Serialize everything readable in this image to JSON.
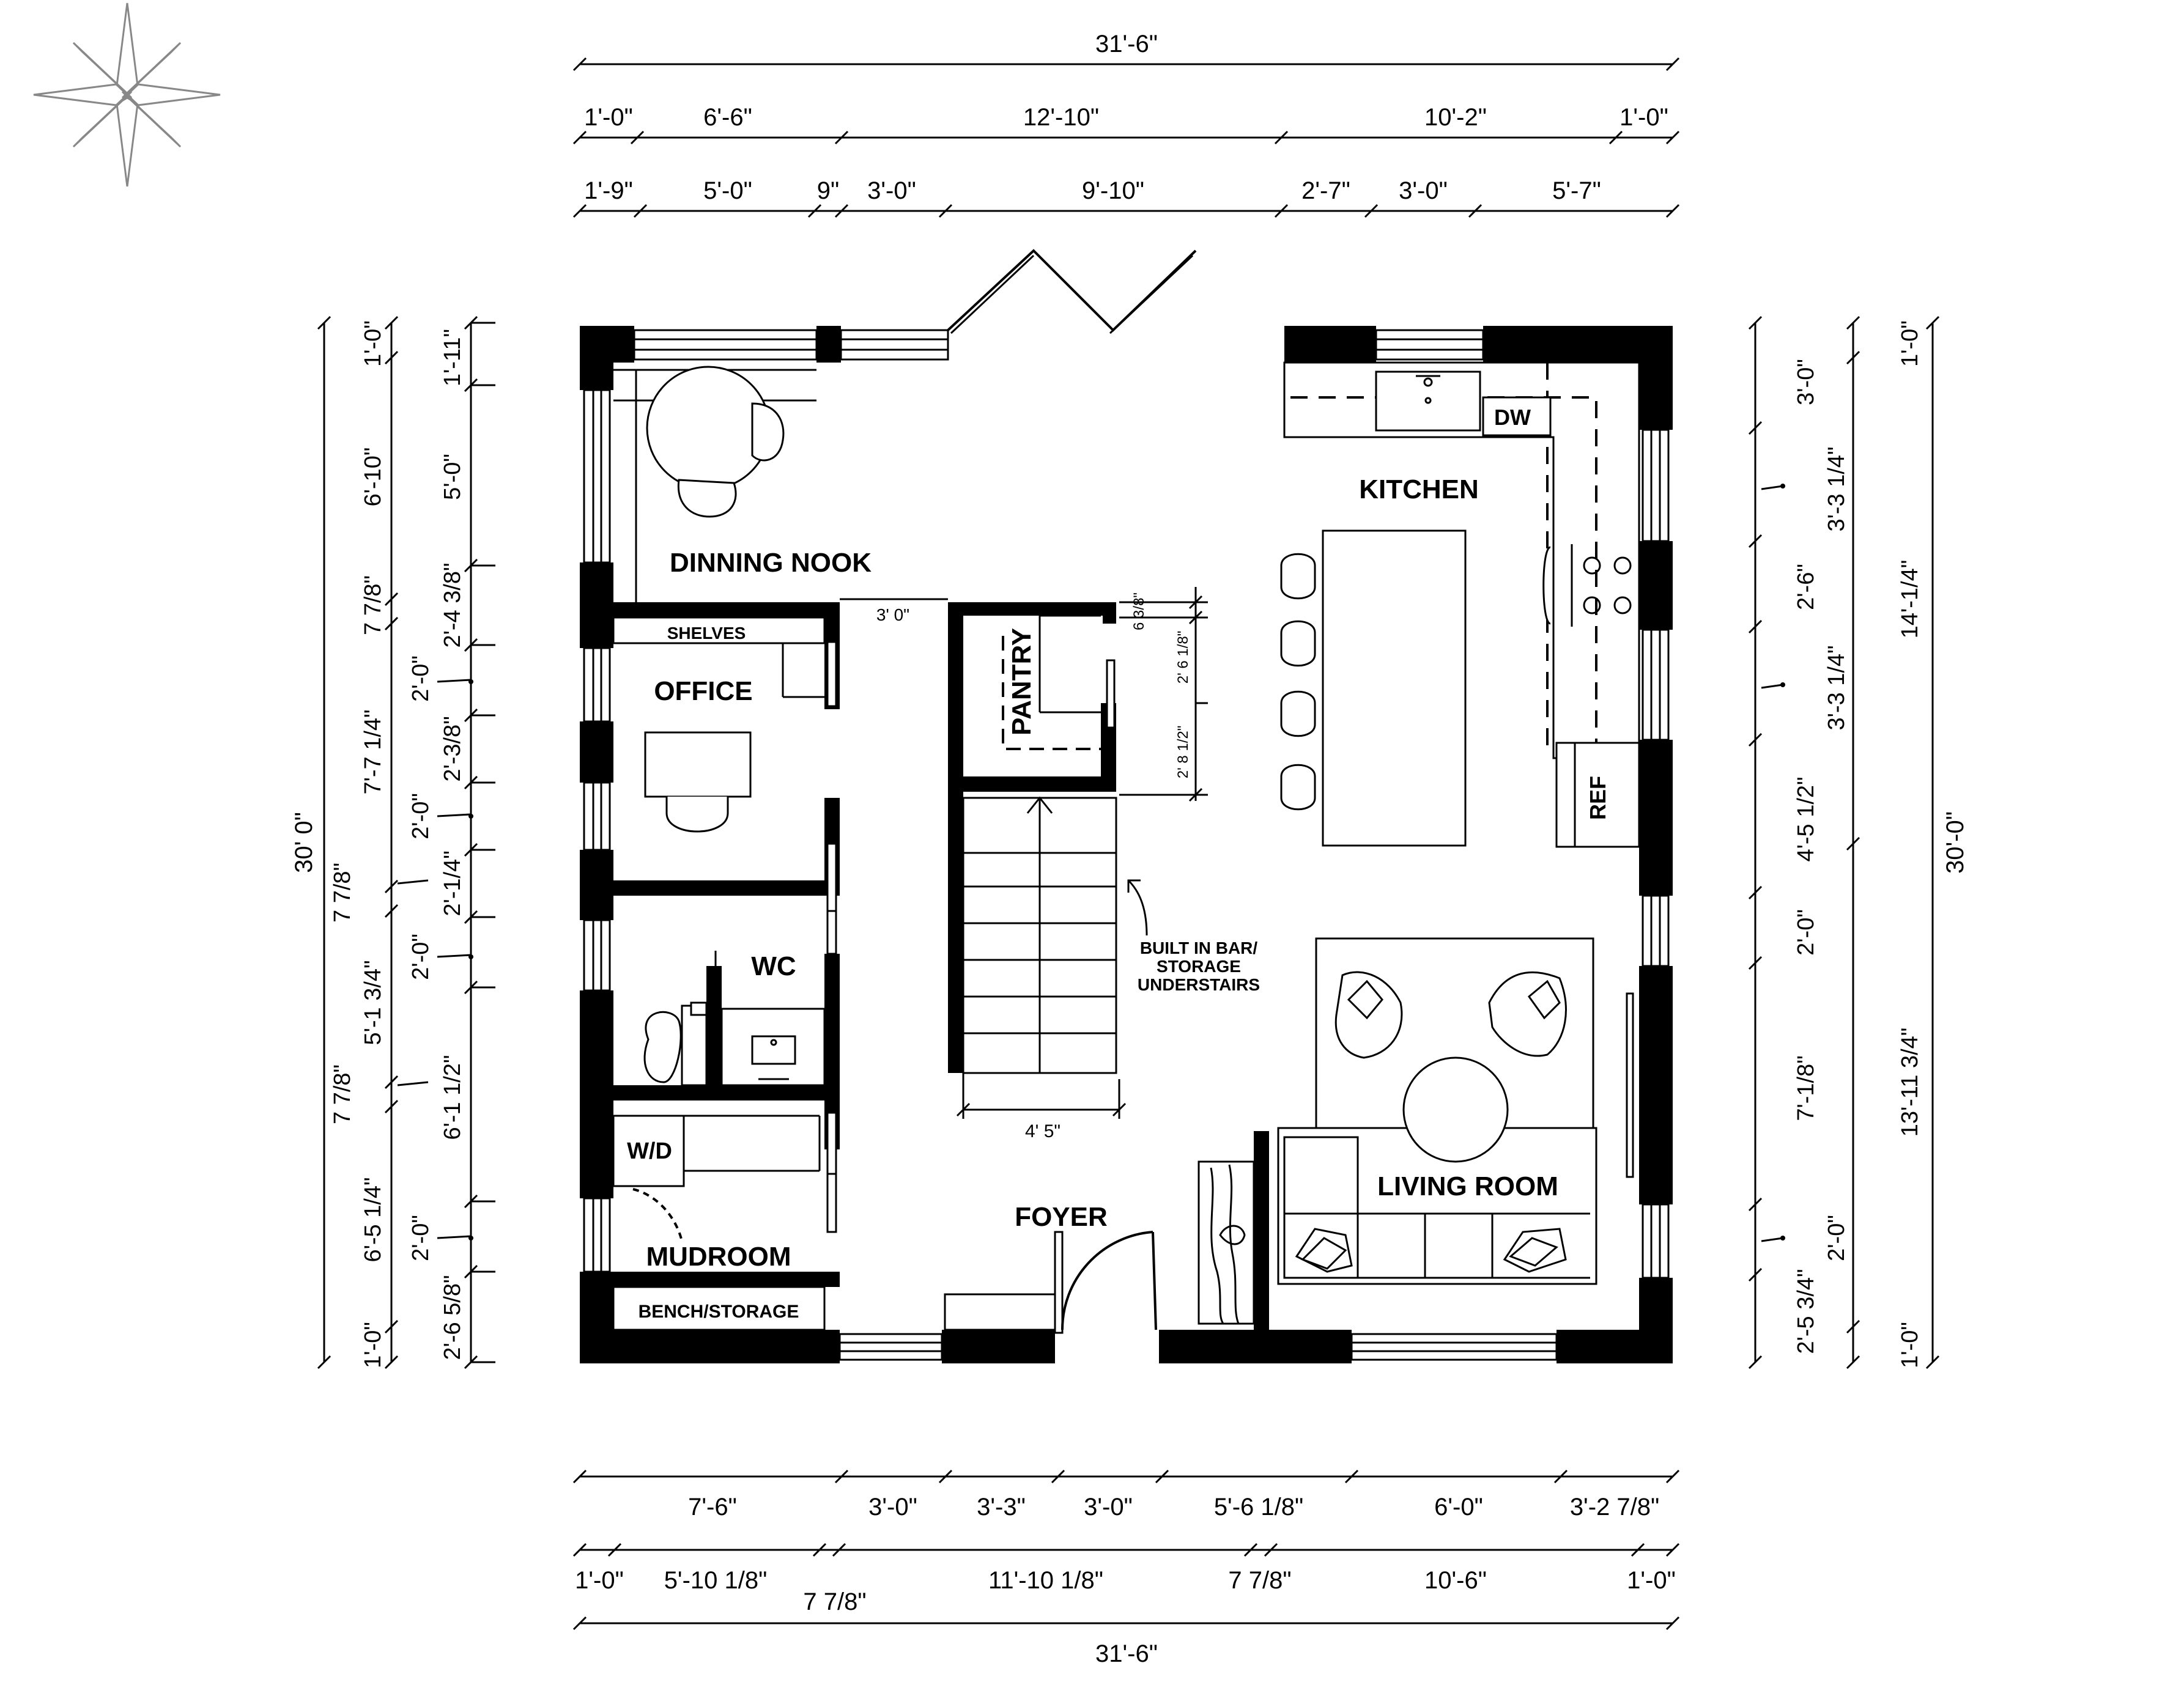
{
  "rooms": {
    "dinning_nook": "DINNING NOOK",
    "kitchen": "KITCHEN",
    "shelves": "SHELVES",
    "office": "OFFICE",
    "pantry": "PANTRY",
    "wc": "WC",
    "wd": "W/D",
    "mudroom": "MUDROOM",
    "bench_storage": "BENCH/STORAGE",
    "foyer": "FOYER",
    "living_room": "LIVING ROOM",
    "dw": "DW",
    "ref": "REF",
    "built_in_1": "BUILT IN BAR/",
    "built_in_2": "STORAGE",
    "built_in_3": "UNDERSTAIRS"
  },
  "dims_top": {
    "overall": "31'-6\"",
    "row2": [
      "1'-0\"",
      "6'-6\"",
      "12'-10\"",
      "10'-2\"",
      "1'-0\""
    ],
    "row3": [
      "1'-9\"",
      "5'-0\"",
      "9\"",
      "3'-0\"",
      "9'-10\"",
      "2'-7\"",
      "3'-0\"",
      "5'-7\""
    ]
  },
  "dims_bottom": {
    "row1": [
      "7'-6\"",
      "3'-0\"",
      "3'-3\"",
      "3'-0\"",
      "5'-6 1/8\"",
      "6'-0\"",
      "3'-2 7/8\""
    ],
    "row2": [
      "1'-0\"",
      "5'-10 1/8\"",
      "7 7/8\"",
      "11'-10 1/8\"",
      "7 7/8\"",
      "10'-6\"",
      "1'-0\""
    ],
    "overall": "31'-6\""
  },
  "dims_left": {
    "overall": "30' 0\"",
    "col2": [
      "1'-0\"",
      "6'-10\"",
      "7 7/8\"",
      "7'-7 1/4\"",
      "7 7/8\"",
      "5'-1 3/4\"",
      "7 7/8\"",
      "6'-5 1/4\"",
      "1'-0\""
    ],
    "col3": [
      "1'-11\"",
      "5'-0\"",
      "2'-4 3/8\"",
      "2'-0\"",
      "2'-3/8\"",
      "2'-0\"",
      "2'-1/4\"",
      "2'-0\"",
      "6'-1 1/2\"",
      "2'-0\"",
      "2'-6 5/8\""
    ]
  },
  "dims_right": {
    "overall": "30'-0\"",
    "col1": [
      "3'-0\"",
      "3'-3 1/4\"",
      "2'-6\"",
      "3'-3 1/4\"",
      "4'-5 1/2\"",
      "2'-0\"",
      "7'-1/8\"",
      "2'-0\"",
      "2'-5 3/4\""
    ],
    "col2": [
      "1'-0\"",
      "14'-1/4\"",
      "13'-11 3/4\"",
      "1'-0\""
    ]
  },
  "dims_inner": {
    "hall": "3' 0\"",
    "stairs": "4' 5\"",
    "pantry_a": "6 3/8\"",
    "pantry_b": "2' 6 1/8\"",
    "pantry_c": "2' 8 1/2\""
  },
  "compass_icon": "north-star-icon"
}
